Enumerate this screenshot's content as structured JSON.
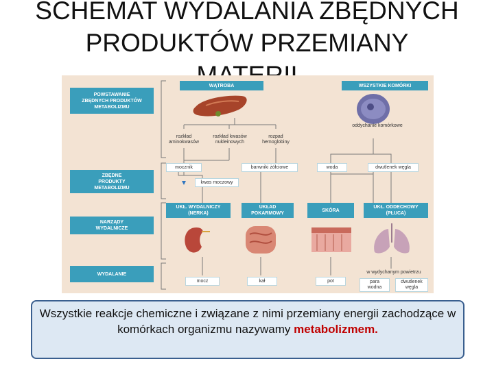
{
  "title": {
    "line1": "SCHEMAT WYDALANIA ZBĘDNYCH",
    "line2": "PRODUKTÓW  PRZEMIANY",
    "line3": "MATERII"
  },
  "diagram": {
    "left_labels": [
      "POWSTAWANIE\nZBĘDNYCH PRODUKTÓW\nMETABOLIZMU",
      "ZBĘDNE\nPRODUKTY\nMETABOLIZMU",
      "NARZĄDY\nWYDALNICZE",
      "WYDALANIE"
    ],
    "top_sources": [
      "WĄTROBA",
      "WSZYSTKIE KOMÓRKI"
    ],
    "processes": [
      "rozkład\naminokwasów",
      "rozkład kwasów\nnukleinowych",
      "rozpad\nhemoglobiny",
      "oddychanie komórkowe"
    ],
    "products": [
      "mocznik",
      "barwniki żółciowe",
      "woda",
      "dwutlenek węgla",
      "kwas moczowy"
    ],
    "organs": [
      "UKŁ. WYDALNICZY\n(NERKA)",
      "UKŁAD\nPOKARMOWY",
      "SKÓRA",
      "UKŁ. ODDECHOWY\n(PŁUCA)"
    ],
    "outputs": [
      "mocz",
      "kał",
      "pot"
    ],
    "exhaled_caption": "w wydychanym powietrzu",
    "exhaled": [
      "para\nwodna",
      "dwutlenek\nwęgla"
    ]
  },
  "callout": {
    "text": "Wszystkie reakcje chemiczne i związane z nimi przemiany energii zachodzące w komórkach organizmu nazywamy",
    "highlight": "metabolizmem."
  }
}
